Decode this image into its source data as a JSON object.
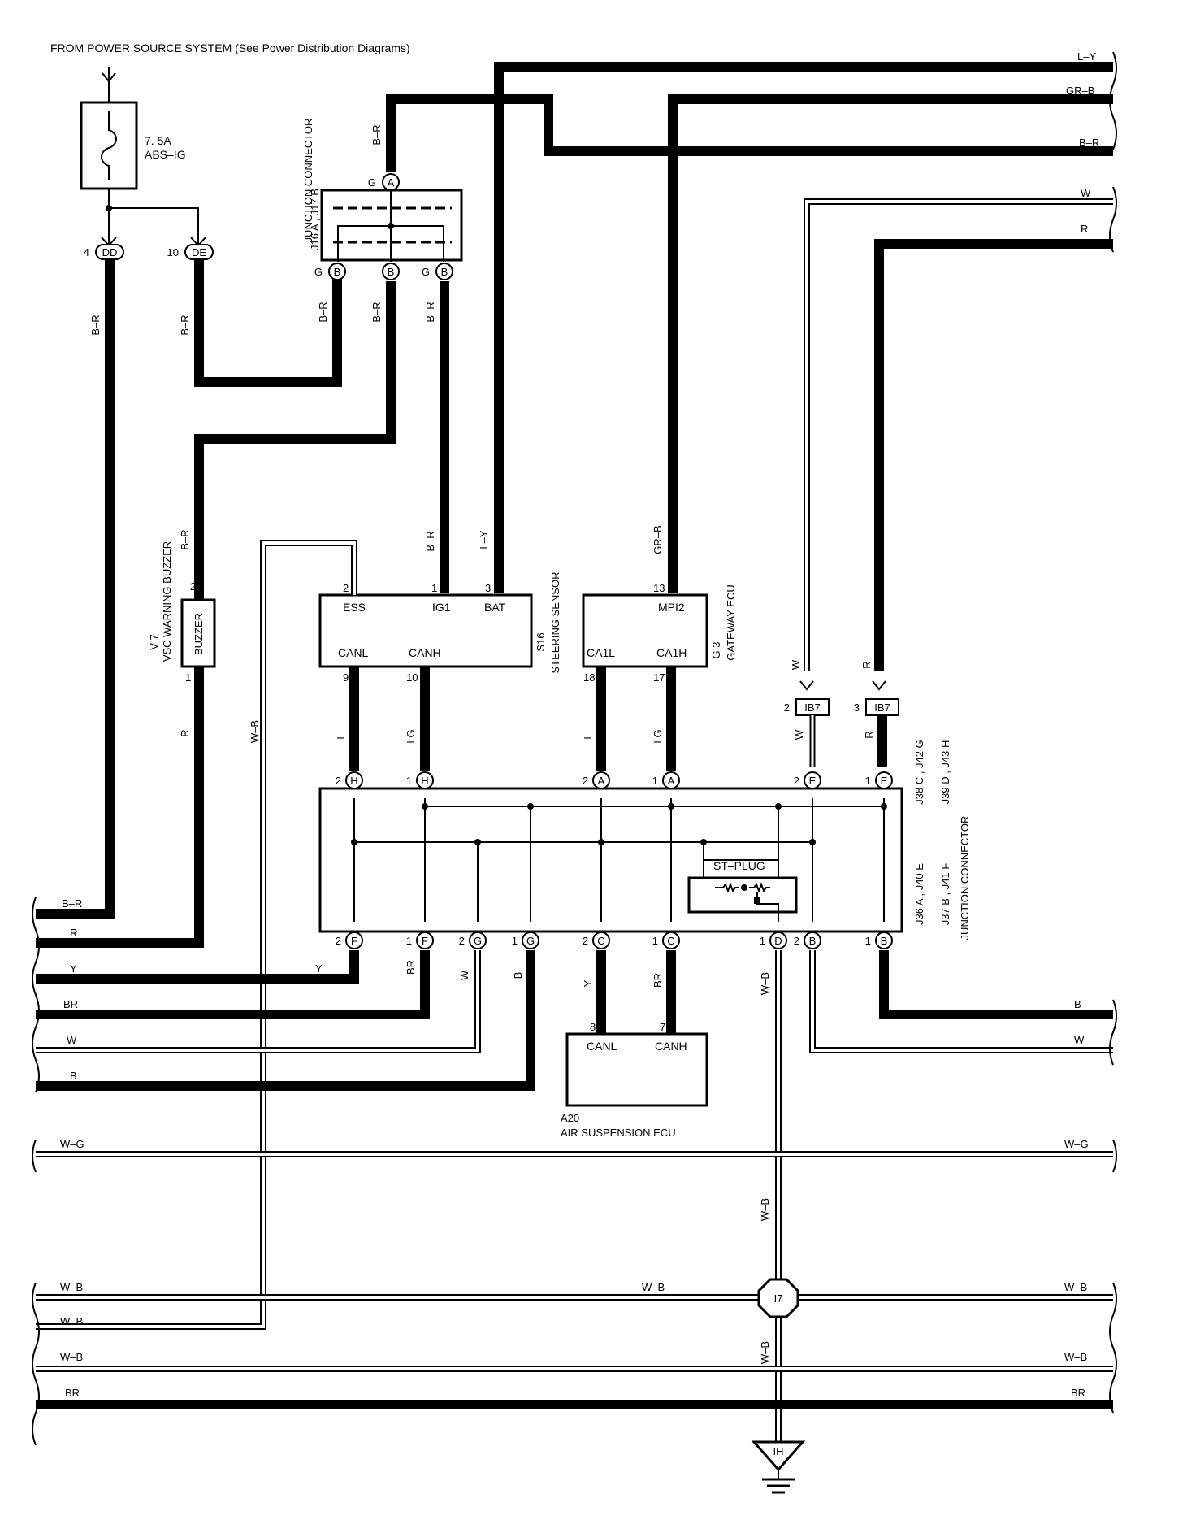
{
  "header": {
    "source": "FROM POWER SOURCE SYSTEM (See Power Distribution Diagrams)"
  },
  "fuse": {
    "rating": "7. 5A",
    "name": "ABS–IG"
  },
  "connectors": {
    "dd": {
      "pin": "4",
      "code": "DD"
    },
    "de": {
      "pin": "10",
      "code": "DE"
    },
    "ib7_2": {
      "pin": "2",
      "code": "IB7"
    },
    "ib7_3": {
      "pin": "3",
      "code": "IB7"
    },
    "ground_i7": "I7",
    "ground_ih": "IH"
  },
  "top_junction": {
    "label_line1": "J16 A , J17 B",
    "label_line2": "JUNCTION CONNECTOR",
    "pin_in": {
      "color": "G",
      "code": "A"
    },
    "pins_out": [
      {
        "color": "G",
        "code": "B"
      },
      {
        "color": "",
        "code": "B"
      },
      {
        "color": "G",
        "code": "B"
      }
    ]
  },
  "buzzer": {
    "ref": "V 7",
    "name": "VSC WARNING BUZZER",
    "body": "BUZZER",
    "pin_top": "2",
    "pin_bottom": "1"
  },
  "steering_sensor": {
    "ref": "S16",
    "name": "STEERING SENSOR",
    "pins_top": [
      {
        "num": "2",
        "name": "ESS"
      },
      {
        "num": "1",
        "name": "IG1"
      },
      {
        "num": "3",
        "name": "BAT"
      }
    ],
    "pins_bottom": [
      {
        "num": "9",
        "name": "CANL"
      },
      {
        "num": "10",
        "name": "CANH"
      }
    ]
  },
  "gateway_ecu": {
    "ref": "G 3",
    "name": "GATEWAY ECU",
    "pin_top": {
      "num": "13",
      "name": "MPI2"
    },
    "pins_bottom": [
      {
        "num": "18",
        "name": "CA1L"
      },
      {
        "num": "17",
        "name": "CA1H"
      }
    ]
  },
  "air_suspension_ecu": {
    "ref": "A20",
    "name": "AIR SUSPENSION ECU",
    "pins": [
      {
        "num": "8",
        "name": "CANL"
      },
      {
        "num": "7",
        "name": "CANH"
      }
    ]
  },
  "main_junction": {
    "label_line1": "J36 A , J40 E",
    "label_line2": "J37 B , J41 F",
    "label_line3": "J38 C , J42 G",
    "label_line4": "J39 D , J43 H",
    "label_name": "JUNCTION CONNECTOR",
    "st_plug": "ST–PLUG",
    "top_pins": [
      {
        "num": "2",
        "code": "H"
      },
      {
        "num": "1",
        "code": "H"
      },
      {
        "num": "2",
        "code": "A"
      },
      {
        "num": "1",
        "code": "A"
      },
      {
        "num": "2",
        "code": "E"
      },
      {
        "num": "1",
        "code": "E"
      }
    ],
    "bottom_pins": [
      {
        "num": "2",
        "code": "F"
      },
      {
        "num": "1",
        "code": "F"
      },
      {
        "num": "2",
        "code": "G"
      },
      {
        "num": "1",
        "code": "G"
      },
      {
        "num": "2",
        "code": "C"
      },
      {
        "num": "1",
        "code": "C"
      },
      {
        "num": "1",
        "code": "D"
      },
      {
        "num": "2",
        "code": "B"
      },
      {
        "num": "1",
        "code": "B"
      }
    ]
  },
  "wire_colors": {
    "right_top": [
      "L–Y",
      "GR–B",
      "B–R",
      "W",
      "R"
    ],
    "left_block": [
      "B–R",
      "R",
      "Y",
      "BR",
      "W",
      "B"
    ],
    "right_mid": [
      "B",
      "W"
    ],
    "bus": [
      "W–G",
      "W–B",
      "W–B",
      "W–B",
      "BR"
    ],
    "bus_right": [
      "W–G",
      "W–B",
      "W–B",
      "BR"
    ],
    "bus_mid": "W–B",
    "vertical": {
      "br": "B–R",
      "r": "R",
      "w": "W",
      "wb": "W–B",
      "ly": "L–Y",
      "grb": "GR–B",
      "l": "L",
      "lg": "LG",
      "y": "Y",
      "b": "B"
    }
  }
}
